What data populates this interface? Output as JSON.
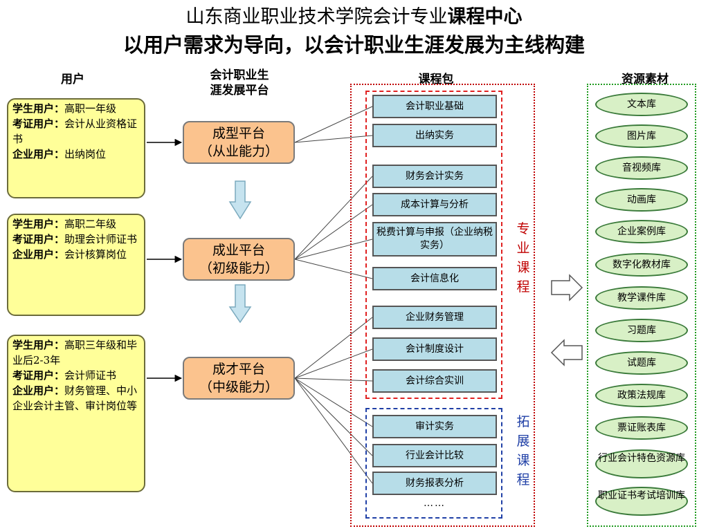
{
  "title": {
    "line1_normal": "山东商业职业技术学院会计专业",
    "line1_bold": "课程中心",
    "line2": "以用户需求为导向，以会计职业生涯发展为主线构建"
  },
  "headers": {
    "users": "用户",
    "platform_line1": "会计职业生",
    "platform_line2": "涯发展平台",
    "packages": "课程包",
    "resources": "资源素材"
  },
  "users": [
    {
      "student_label": "学生用户：",
      "student_text": "高职一年级",
      "cert_label": "考证用户：",
      "cert_text": "会计从业资格证书",
      "enterprise_label": "企业用户：",
      "enterprise_text": "出纳岗位"
    },
    {
      "student_label": "学生用户：",
      "student_text": "高职二年级",
      "cert_label": "考证用户：",
      "cert_text": "助理会计师证书",
      "enterprise_label": "企业用户：",
      "enterprise_text": "会计核算岗位"
    },
    {
      "student_label": "学生用户：",
      "student_text": "高职三年级和毕业后2-3年",
      "cert_label": "考证用户：",
      "cert_text": "会计师证书",
      "enterprise_label": "企业用户：",
      "enterprise_text": "财务管理、中小企业会计主管、审计岗位等"
    }
  ],
  "platforms": [
    {
      "name": "成型平台",
      "level": "（从业能力）"
    },
    {
      "name": "成业平台",
      "level": "（初级能力）"
    },
    {
      "name": "成才平台",
      "level": "（中级能力）"
    }
  ],
  "courses": [
    "会计职业基础",
    "出纳实务",
    "财务会计实务",
    "成本计算与分析",
    "税费计算与申报（企业纳税实务）",
    "会计信息化",
    "企业财务管理",
    "会计制度设计",
    "会计综合实训",
    "审计实务",
    "行业会计比较",
    "财务报表分析",
    "……"
  ],
  "course_groups": {
    "professional": "专业课程",
    "extended": "拓展课程"
  },
  "resources": [
    "文本库",
    "图片库",
    "音视频库",
    "动画库",
    "企业案例库",
    "数字化教材库",
    "教学课件库",
    "习题库",
    "试题库",
    "政策法规库",
    "票证账表库",
    "行业会计特色资源库",
    "职业证书考试培训库"
  ],
  "colors": {
    "user_fill": "#ffff99",
    "platform_fill": "#fbc38e",
    "course_fill": "#b7dde8",
    "resource_fill": "#d8f0c6",
    "red_frame": "#c00000",
    "blue_frame": "#1f3fa6",
    "green_frame": "#1e9a1e",
    "down_arrow": "#c6e3ef"
  }
}
